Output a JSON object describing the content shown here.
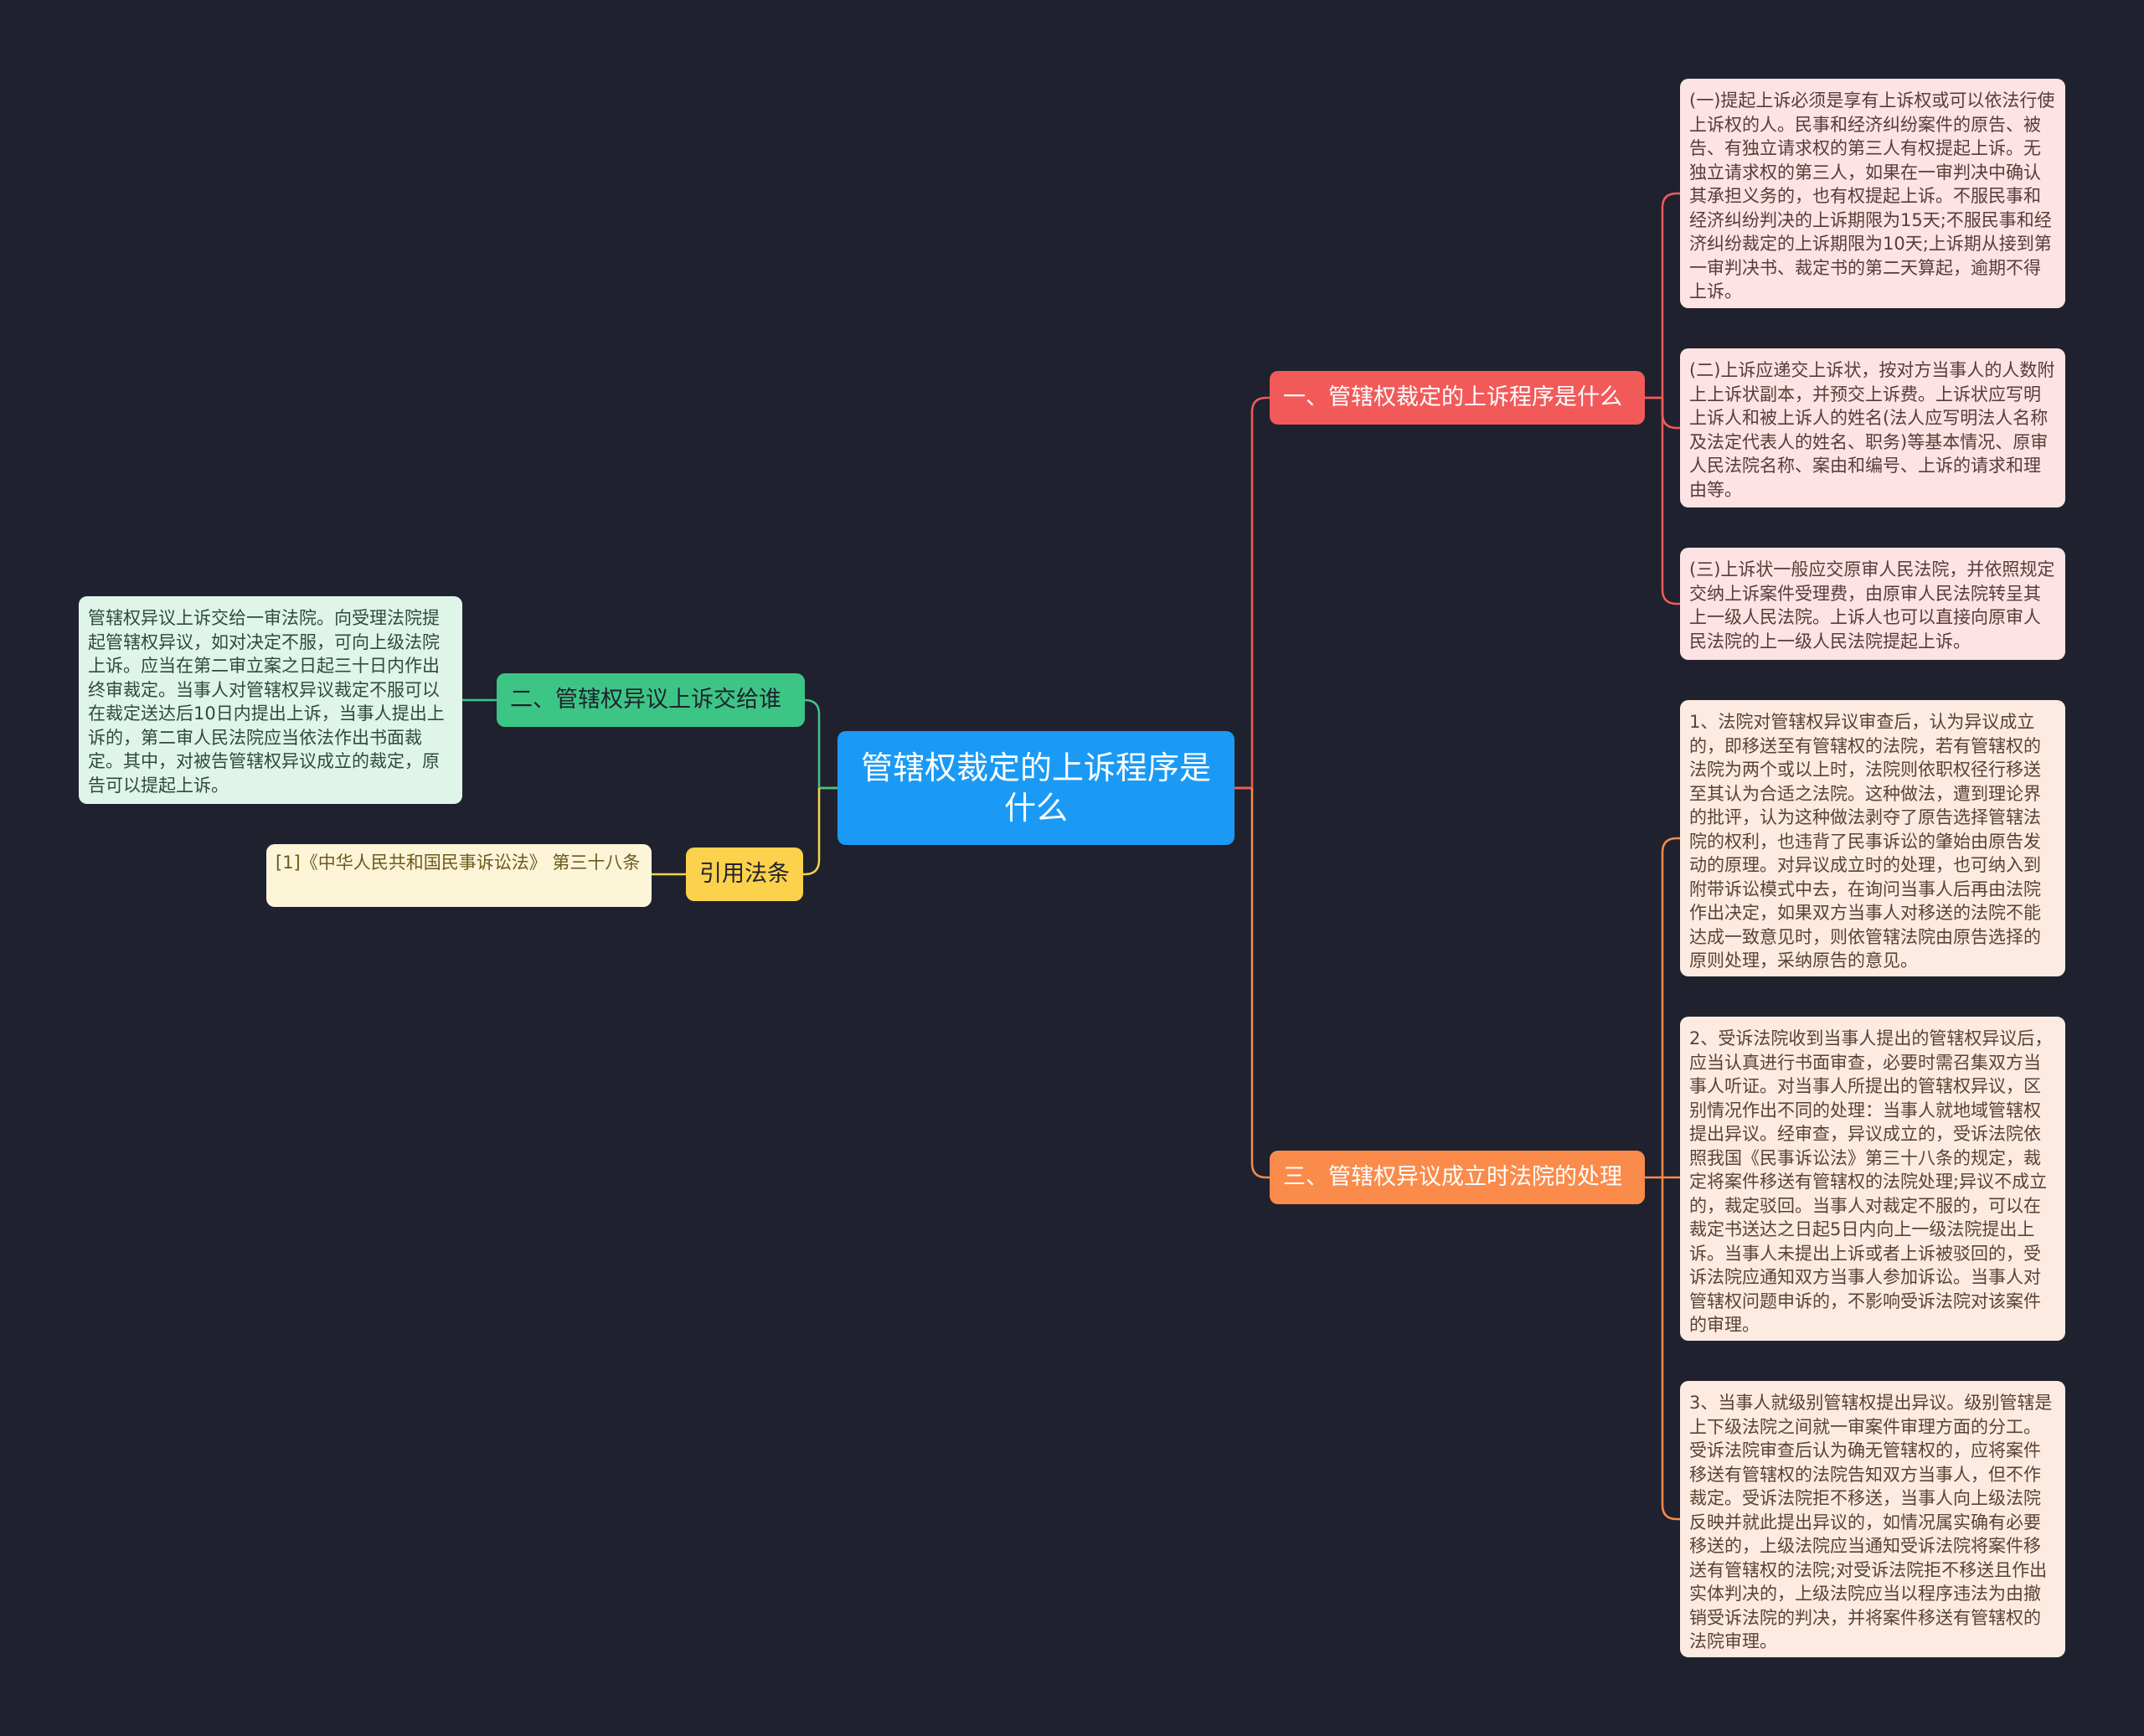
{
  "root": {
    "title": "管辖权裁定的上诉程序是什么"
  },
  "branches": {
    "b1": {
      "label": "一、管辖权裁定的上诉程序是什么",
      "color": "#f25a5a"
    },
    "b2": {
      "label": "二、管辖权异议上诉交给谁",
      "color": "#3dc586"
    },
    "b3": {
      "label": "三、管辖权异议成立时法院的处理",
      "color": "#fa8b4b"
    },
    "b4": {
      "label": "引用法条",
      "color": "#fcd14c"
    }
  },
  "leaves": {
    "b1_1": "(一)提起上诉必须是享有上诉权或可以依法行使上诉权的人。民事和经济纠纷案件的原告、被告、有独立请求权的第三人有权提起上诉。无独立请求权的第三人，如果在一审判决中确认其承担义务的，也有权提起上诉。不服民事和经济纠纷判决的上诉期限为15天;不服民事和经济纠纷裁定的上诉期限为10天;上诉期从接到第一审判决书、裁定书的第二天算起，逾期不得上诉。",
    "b1_2": "(二)上诉应递交上诉状，按对方当事人的人数附上上诉状副本，并预交上诉费。上诉状应写明上诉人和被上诉人的姓名(法人应写明法人名称及法定代表人的姓名、职务)等基本情况、原审人民法院名称、案由和编号、上诉的请求和理由等。",
    "b1_3": "(三)上诉状一般应交原审人民法院，并依照规定交纳上诉案件受理费，由原审人民法院转呈其上一级人民法院。上诉人也可以直接向原审人民法院的上一级人民法院提起上诉。",
    "b3_1": "1、法院对管辖权异议审查后，认为异议成立的，即移送至有管辖权的法院，若有管辖权的法院为两个或以上时，法院则依职权径行移送至其认为合适之法院。这种做法，遭到理论界的批评，认为这种做法剥夺了原告选择管辖法院的权利，也违背了民事诉讼的肇始由原告发动的原理。对异议成立时的处理，也可纳入到附带诉讼模式中去，在询问当事人后再由法院作出决定，如果双方当事人对移送的法院不能达成一致意见时，则依管辖法院由原告选择的原则处理，采纳原告的意见。",
    "b3_2": "2、受诉法院收到当事人提出的管辖权异议后，应当认真进行书面审查，必要时需召集双方当事人听证。对当事人所提出的管辖权异议，区别情况作出不同的处理：当事人就地域管辖权提出异议。经审查，异议成立的，受诉法院依照我国《民事诉讼法》第三十八条的规定，裁定将案件移送有管辖权的法院处理;异议不成立的，裁定驳回。当事人对裁定不服的，可以在裁定书送达之日起5日内向上一级法院提出上诉。当事人未提出上诉或者上诉被驳回的，受诉法院应通知双方当事人参加诉讼。当事人对管辖权问题申诉的，不影响受诉法院对该案件的审理。",
    "b3_3": "3、当事人就级别管辖权提出异议。级别管辖是上下级法院之间就一审案件审理方面的分工。受诉法院审查后认为确无管辖权的，应将案件移送有管辖权的法院告知双方当事人，但不作裁定。受诉法院拒不移送，当事人向上级法院反映并就此提出异议的，如情况属实确有必要移送的，上级法院应当通知受诉法院将案件移送有管辖权的法院;对受诉法院拒不移送且作出实体判决的，上级法院应当以程序违法为由撤销受诉法院的判决，并将案件移送有管辖权的法院审理。",
    "b2_1": "管辖权异议上诉交给一审法院。向受理法院提起管辖权异议，如对决定不服，可向上级法院上诉。应当在第二审立案之日起三十日内作出终审裁定。当事人对管辖权异议裁定不服可以在裁定送达后10日内提出上诉，当事人提出上诉的，第二审人民法院应当依法作出书面裁定。其中，对被告管辖权异议成立的裁定，原告可以提起上诉。",
    "b4_1": "[1]《中华人民共和国民事诉讼法》 第三十八条"
  },
  "link_colors": {
    "root": "#fcd14c",
    "b1": "#f25a5a",
    "b3": "#fa8b4b",
    "b2": "#3dc586",
    "b4": "#fcd14c"
  }
}
